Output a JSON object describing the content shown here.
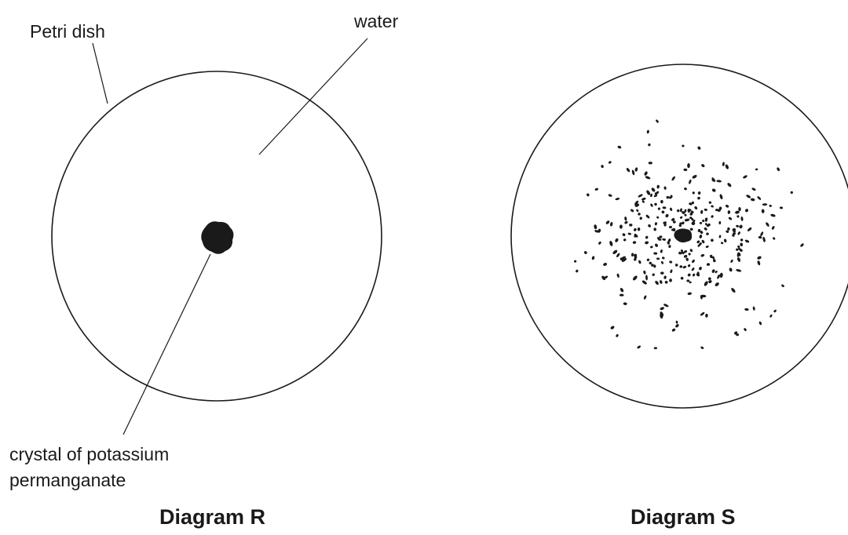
{
  "diagram_r": {
    "labels": {
      "petri_dish": "Petri dish",
      "water": "water",
      "crystal_line1": "crystal of potassium",
      "crystal_line2": "permanganate"
    },
    "caption": "Diagram R"
  },
  "diagram_s": {
    "caption": "Diagram S"
  },
  "colors": {
    "ink": "#1a1a1a",
    "background": "#ffffff"
  }
}
